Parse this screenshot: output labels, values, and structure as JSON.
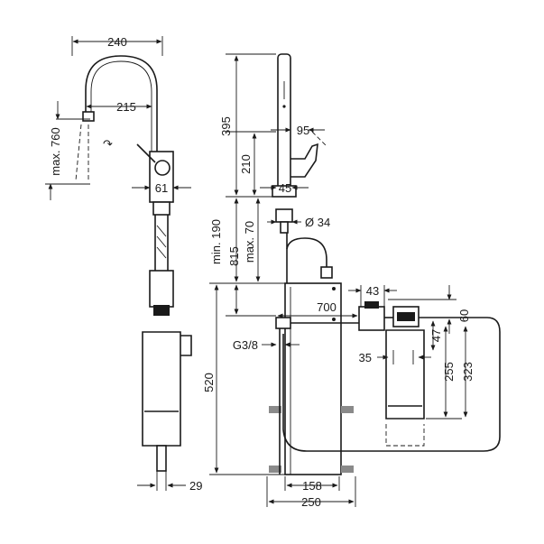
{
  "dimensions": {
    "d240": "240",
    "d215": "215",
    "dmax760": "max. 760",
    "d61": "61",
    "d29": "29",
    "d395": "395",
    "d210": "210",
    "d95": "95",
    "d45": "45",
    "dmin190": "min. 190",
    "d815": "815",
    "dmax70": "max. 70",
    "ddia34": "Ø 34",
    "d700": "700",
    "d43": "43",
    "d60": "60",
    "d47": "47",
    "d35": "35",
    "d255": "255",
    "d323": "323",
    "dg38": "G3/8",
    "d520": "520",
    "d158": "158",
    "d250": "250"
  }
}
